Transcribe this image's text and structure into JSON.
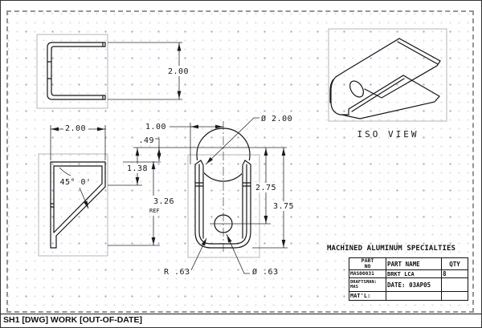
{
  "sheet": {
    "status_bar": "SH1 [DWG] WORK [OUT-OF-DATE]"
  },
  "dimensions": {
    "top_view_height": "2.00",
    "side_view_width": "2.00",
    "side_view_angle": "45° 0'",
    "side_view_flange": "1.38",
    "side_view_total": "3.26",
    "side_view_ref": "REF",
    "front_top_offset": ".49",
    "front_half_width": "1.00",
    "front_notch_dia": "Ø 2.00",
    "front_hole_drop": "2.75",
    "front_height": "3.75",
    "front_corner_radius": "R .63",
    "front_hole_dia": "Ø .63"
  },
  "iso_view": {
    "label": "ISO VIEW"
  },
  "title_block": {
    "company": "MACHINED ALUMINUM SPECIALTIES",
    "col_part_no_line1": "PART",
    "col_part_no_line2": "NO",
    "col_part_name": "PART NAME",
    "col_qty": "QTY",
    "part_no": "MAS00031",
    "part_name": "BRKT LCA",
    "qty": "8",
    "draftsman_label": "DRAFTSMAN:",
    "draftsman": "MAS",
    "date": "DATE: 03AP05",
    "material_label": "MAT'L:"
  }
}
